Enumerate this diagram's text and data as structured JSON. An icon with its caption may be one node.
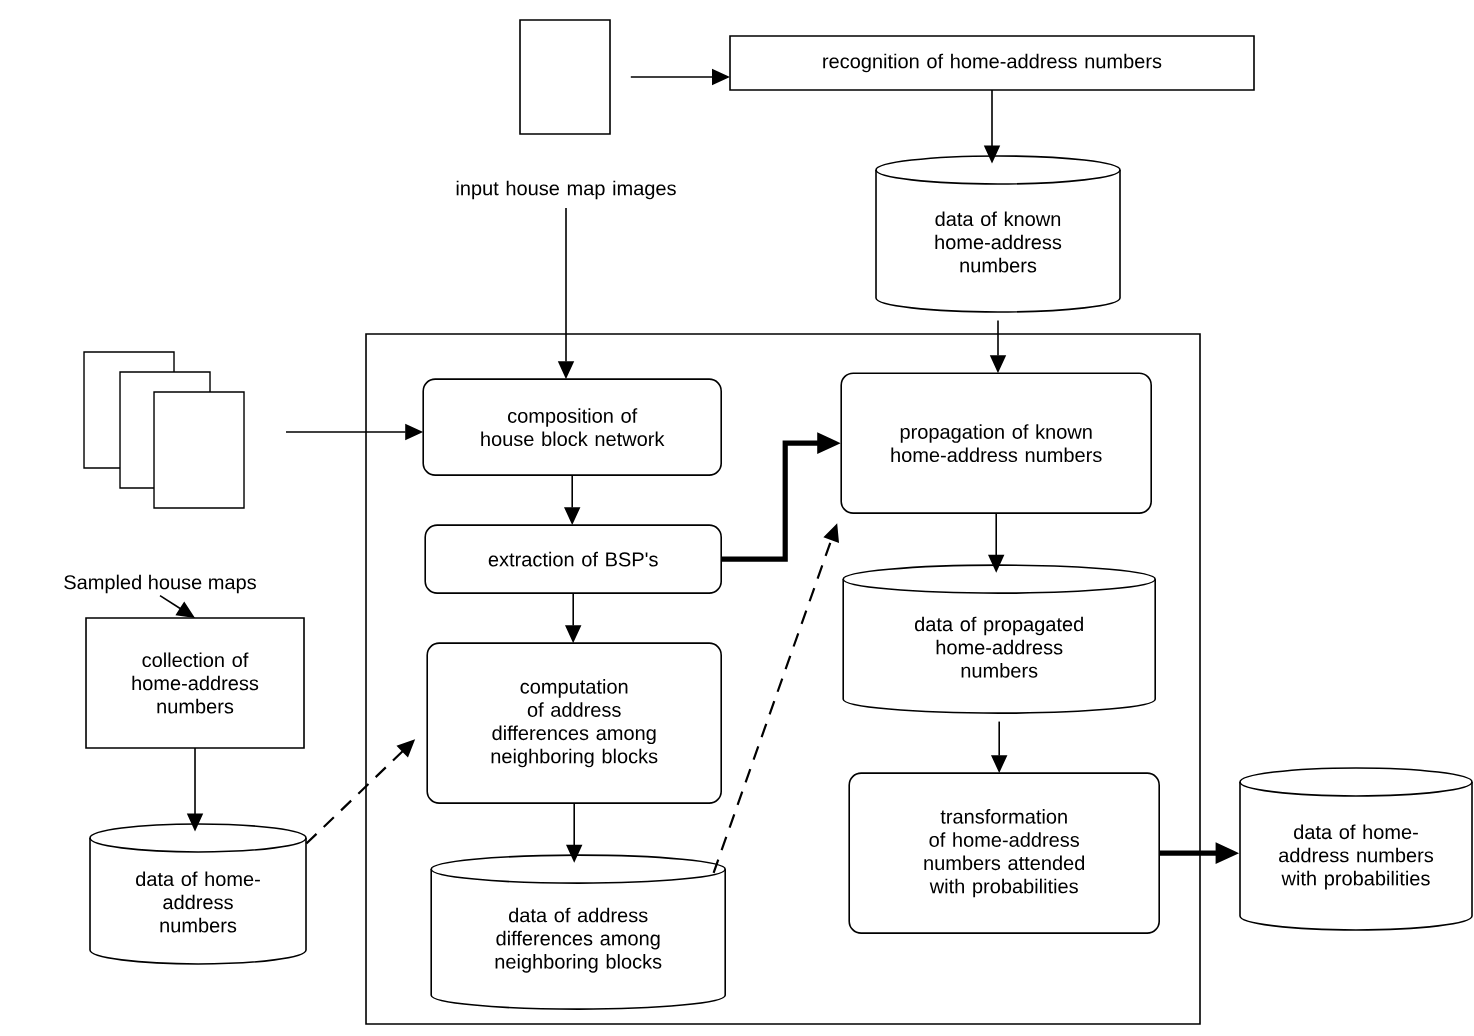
{
  "diagram": {
    "nodes": [
      {
        "text": [],
        "shape": "box"
      },
      {
        "text": [
          "recognition of home-address numbers"
        ]
      },
      {
        "text": [
          "data of known home-address numbers"
        ]
      },
      {
        "text": [
          "input house map images"
        ]
      },
      {
        "text": [],
        "shape": "box"
      },
      {
        "text": [
          "Sampled house maps"
        ]
      },
      {
        "text": [
          "composition of house block network"
        ],
        "in": 4
      },
      {
        "text": [
          "extraction of BSP's"
        ],
        "in": 4
      },
      {
        "text": [
          "computation of address differences among neighboring blocks"
        ],
        "in": 4
      },
      {
        "text": [
          "data of address differences among neighboring blocks"
        ],
        "in": 4
      },
      {
        "text": [
          "propagation of known home-address numbers"
        ],
        "in": 4
      },
      {
        "text": [
          "data of propagated home-address numbers"
        ],
        "in": 4
      },
      {
        "text": [
          "transformation of home-address numbers attended with probabilities"
        ],
        "in": 4
      },
      {
        "text": [
          "collection of home-address numbers"
        ]
      },
      {
        "text": [
          "data of home-address numbers"
        ]
      },
      {
        "text": [
          "data of home-address numbers with probabilities"
        ]
      }
    ],
    "edges": [
      {
        "from": 0,
        "to": 1,
        "arrow": "to"
      },
      {
        "from": 1,
        "to": 2,
        "arrow": "to"
      },
      {
        "from": 2,
        "to": 10,
        "arrow": "to"
      },
      {
        "from": 3,
        "to": 6,
        "arrow": "to"
      },
      {
        "from": 5,
        "to": 6,
        "arrow": "to"
      },
      {
        "from": 5,
        "to": 13,
        "arrow": "to"
      },
      {
        "from": 13,
        "to": 14,
        "arrow": "to"
      },
      {
        "from": 14,
        "to": 8,
        "arrow": "to",
        "style": "dashed"
      },
      {
        "from": 6,
        "to": 7,
        "arrow": "to"
      },
      {
        "from": 7,
        "to": 8,
        "arrow": "to"
      },
      {
        "from": 8,
        "to": 9,
        "arrow": "to"
      },
      {
        "from": 7,
        "to": 10,
        "arrow": "to",
        "style": "thick"
      },
      {
        "from": 9,
        "to": 10,
        "arrow": "to",
        "style": "dashed"
      },
      {
        "from": 10,
        "to": 11,
        "arrow": "to"
      },
      {
        "from": 11,
        "to": 12,
        "arrow": "to"
      },
      {
        "from": 12,
        "to": 15,
        "arrow": "to",
        "style": "thick"
      }
    ]
  }
}
